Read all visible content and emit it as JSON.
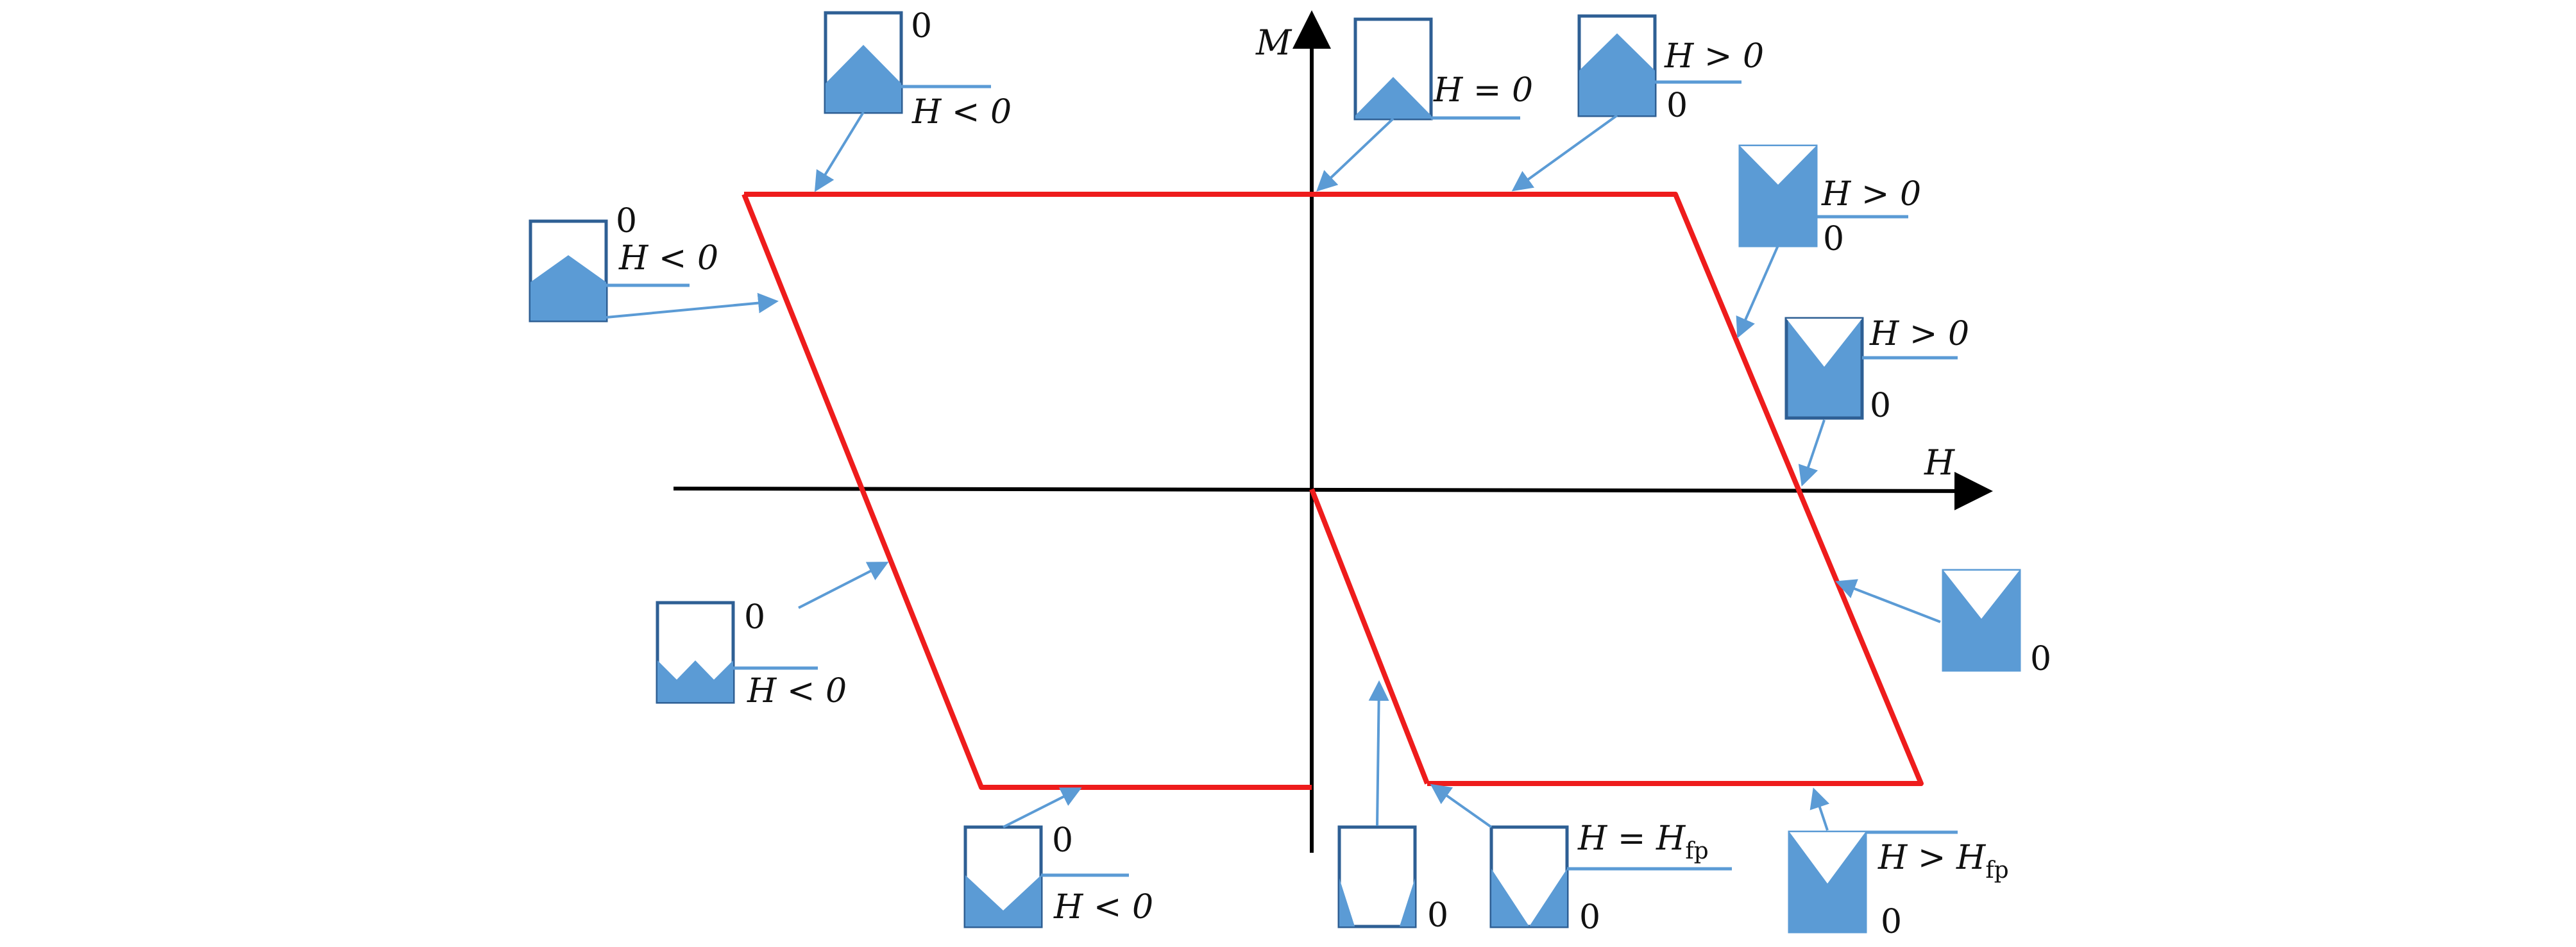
{
  "axes": {
    "x_label": "H",
    "y_label": "M"
  },
  "colors": {
    "loop": "#ee1c1c",
    "axis": "#000000",
    "fill": "#5b9bd5",
    "outline": "#2e5f94",
    "pointer": "#5b9bd5"
  },
  "insets": [
    {
      "id": "top-left",
      "upper": "0",
      "lower": "H < 0"
    },
    {
      "id": "left-upper",
      "upper": "0",
      "lower": "H < 0"
    },
    {
      "id": "top-origin",
      "upper": "H = 0",
      "lower": ""
    },
    {
      "id": "top-right",
      "upper": "H > 0",
      "lower": "0"
    },
    {
      "id": "right-upper",
      "upper": "H > 0",
      "lower": "0"
    },
    {
      "id": "right-middle",
      "upper": "H > 0",
      "lower": "0"
    },
    {
      "id": "right-lower",
      "upper": "",
      "lower": "0"
    },
    {
      "id": "left-lower",
      "upper": "0",
      "lower": "H < 0"
    },
    {
      "id": "bottom-left",
      "upper": "0",
      "lower": "H < 0"
    },
    {
      "id": "bottom-center",
      "upper": "",
      "lower": "0"
    },
    {
      "id": "bottom-hfp",
      "upper": "H = H",
      "upper_sub": "fp",
      "lower": "0"
    },
    {
      "id": "bottom-right",
      "upper": "H > H",
      "upper_sub": "fp",
      "lower": "0"
    }
  ]
}
